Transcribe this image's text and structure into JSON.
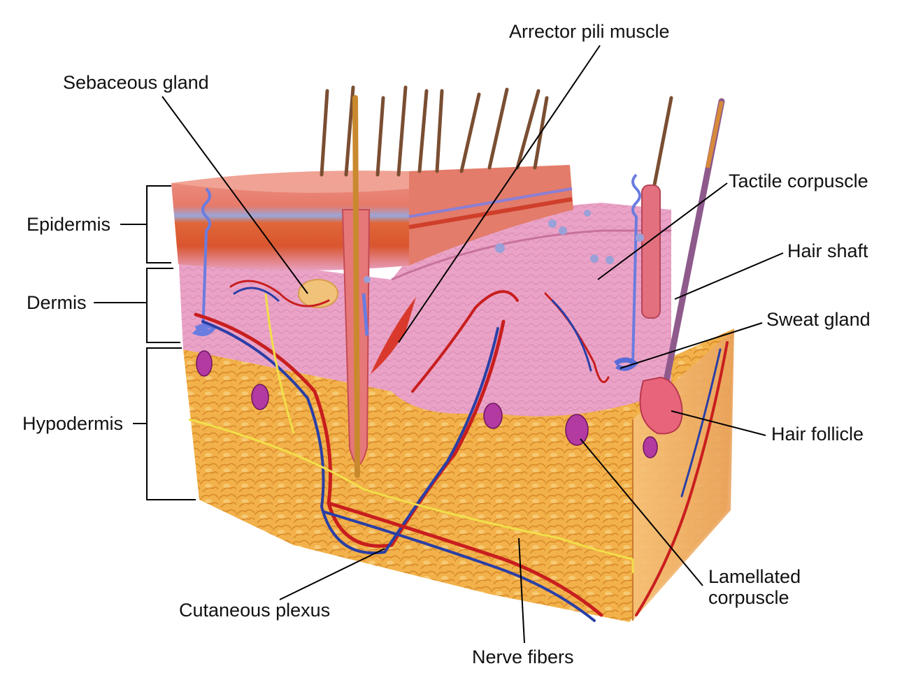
{
  "labels": {
    "arrector_pili_muscle": "Arrector pili muscle",
    "sebaceous_gland": "Sebaceous gland",
    "tactile_corpuscle": "Tactile corpuscle",
    "epidermis": "Epidermis",
    "hair_shaft": "Hair shaft",
    "dermis": "Dermis",
    "sweat_gland": "Sweat gland",
    "hypodermis": "Hypodermis",
    "hair_follicle": "Hair follicle",
    "lamellated_corpuscle_line1": "Lamellated",
    "lamellated_corpuscle_line2": "corpuscle",
    "cutaneous_plexus": "Cutaneous plexus",
    "nerve_fibers": "Nerve fibers"
  },
  "colors": {
    "epidermis_top": "#e98a7e",
    "epidermis_layers": "#d9542f",
    "dermis": "#e9a3c2",
    "hypodermis": "#f0b24a",
    "artery": "#c81e1e",
    "vein": "#2a3fa6",
    "nerve": "#f4e04a",
    "hair": "#7a4e32",
    "gland": "#8a79d8",
    "leader_line": "#000000"
  }
}
